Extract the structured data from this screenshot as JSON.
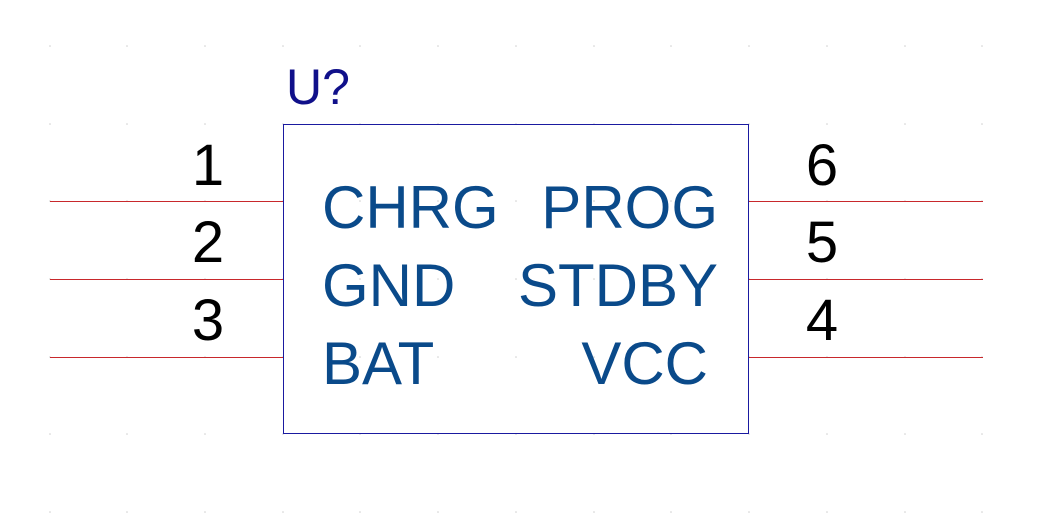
{
  "component": {
    "reference": "U?",
    "left_pins": [
      {
        "number": "1",
        "name": "CHRG"
      },
      {
        "number": "2",
        "name": "GND"
      },
      {
        "number": "3",
        "name": "BAT"
      }
    ],
    "right_pins": [
      {
        "number": "6",
        "name": "PROG"
      },
      {
        "number": "5",
        "name": "STDBY"
      },
      {
        "number": "4",
        "name": "VCC"
      }
    ]
  },
  "colors": {
    "pin_line": "#c8282c",
    "body_outline": "#1a1aa0",
    "pin_name_text": "#0a4a8a",
    "reference_text": "#10108a",
    "pin_number_text": "#000000",
    "grid_dot": "#cfcfcf"
  }
}
